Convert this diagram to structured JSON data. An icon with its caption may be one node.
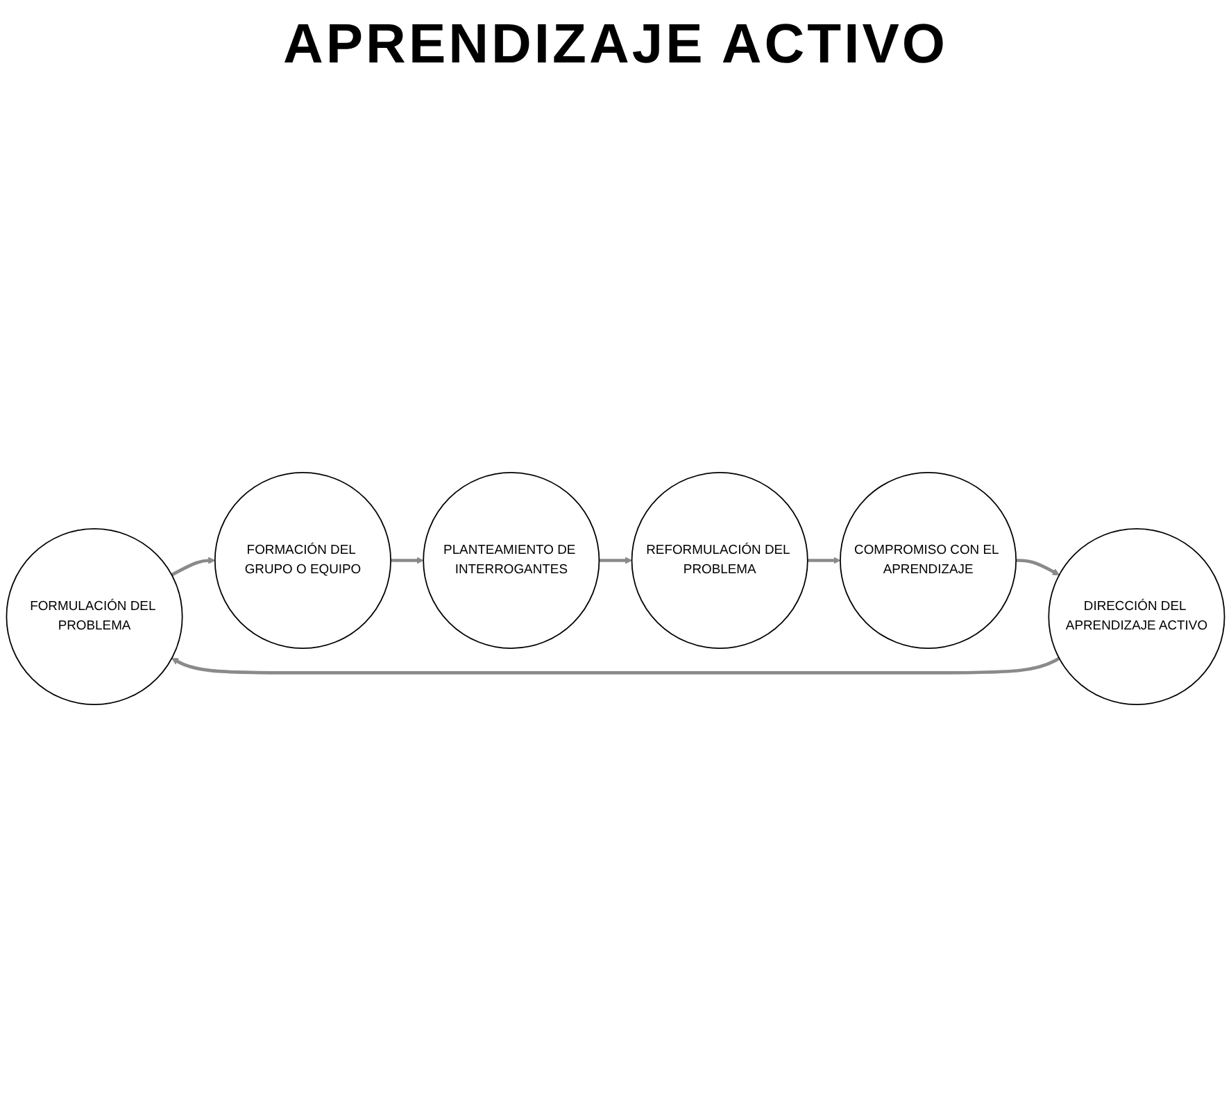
{
  "diagram": {
    "title": "APRENDIZAJE ACTIVO",
    "nodes": [
      {
        "text": [
          "FORMULACIÓN DEL PROBLEMA"
        ]
      },
      {
        "text": [
          "FORMACIÓN DEL GRUPO O EQUIPO"
        ]
      },
      {
        "text": [
          "PLANTEAMIENTO DE INTERROGANTES"
        ]
      },
      {
        "text": [
          "REFORMULACIÓN DEL PROBLEMA"
        ]
      },
      {
        "text": [
          "COMPROMISO CON EL APRENDIZAJE"
        ]
      },
      {
        "text": [
          "DIRECCIÓN DEL APRENDIZAJE ACTIVO"
        ]
      }
    ],
    "edges": [
      {
        "from": 0,
        "to": 1,
        "arrow": "to"
      },
      {
        "from": 1,
        "to": 2,
        "arrow": "to"
      },
      {
        "from": 2,
        "to": 3,
        "arrow": "to"
      },
      {
        "from": 3,
        "to": 4,
        "arrow": "to"
      },
      {
        "from": 4,
        "to": 5,
        "arrow": "to"
      },
      {
        "from": 5,
        "to": 0,
        "arrow": "to"
      }
    ]
  }
}
